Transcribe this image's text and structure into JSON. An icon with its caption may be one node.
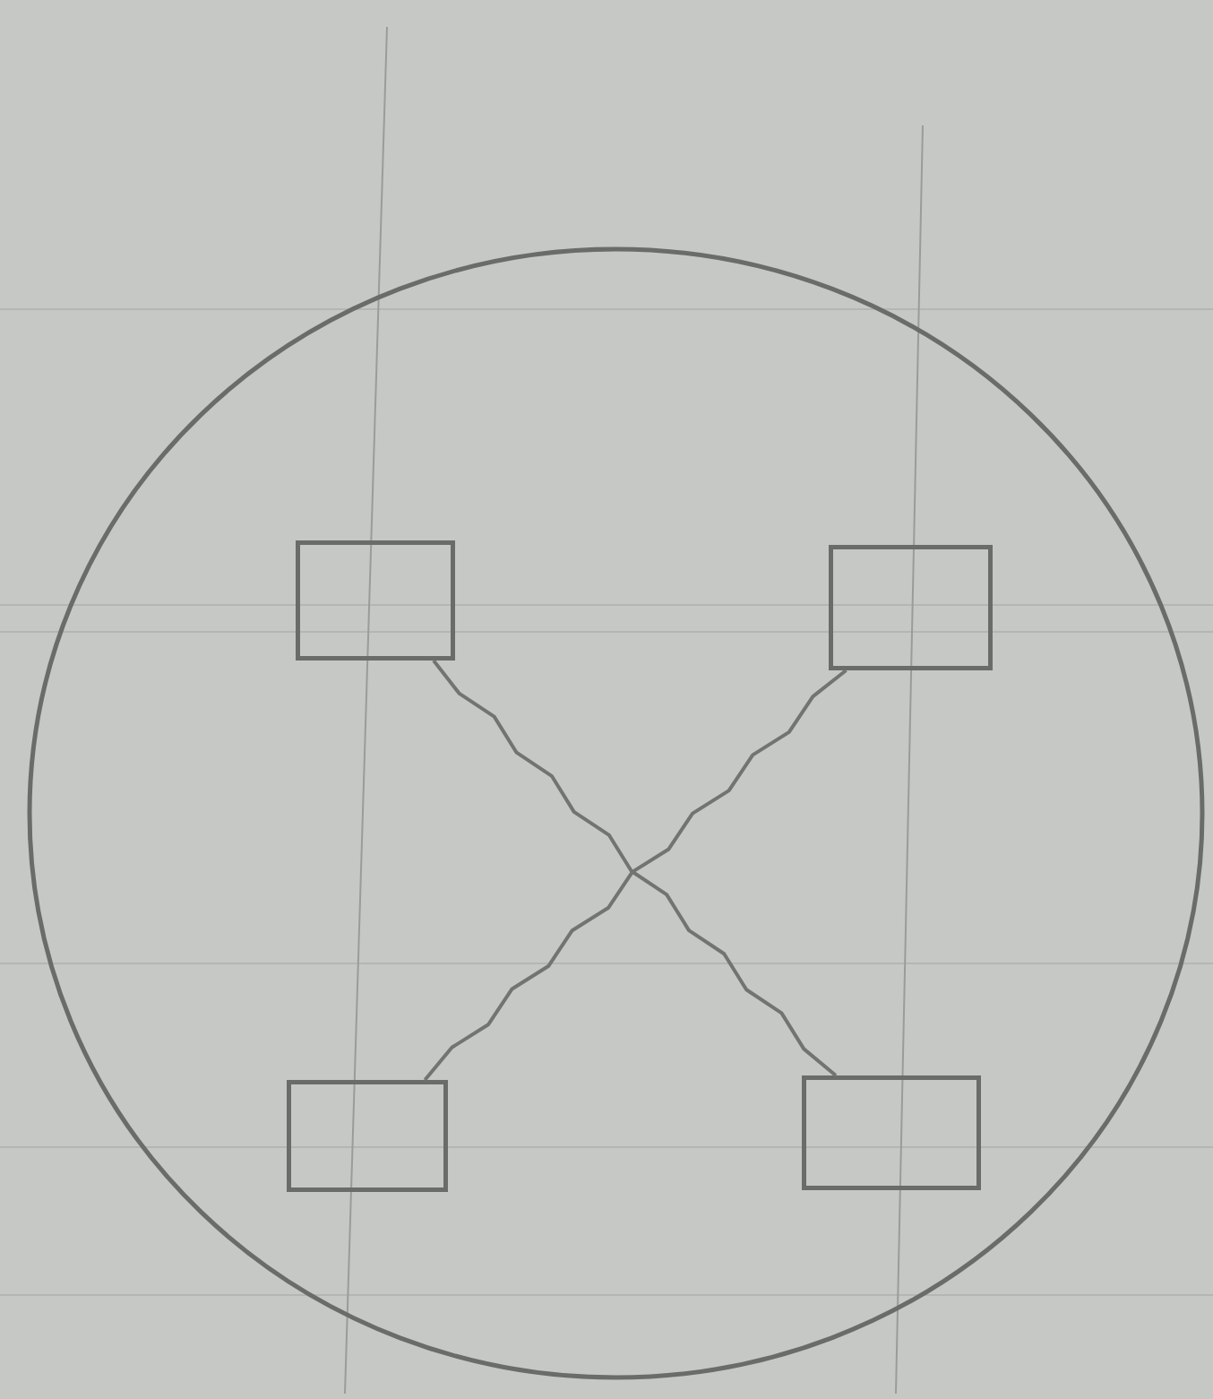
{
  "diagram": {
    "nodes": [
      {
        "text": [],
        "shape": "circle"
      },
      {
        "text": [],
        "shape": "box",
        "in": 0
      },
      {
        "text": [],
        "shape": "box",
        "in": 0
      },
      {
        "text": [],
        "shape": "box",
        "in": 0
      },
      {
        "text": [],
        "shape": "box",
        "in": 0
      }
    ],
    "edges": [
      {
        "from": 1,
        "to": 4,
        "arrow": "none"
      },
      {
        "from": 2,
        "to": 3,
        "arrow": "none"
      }
    ]
  }
}
